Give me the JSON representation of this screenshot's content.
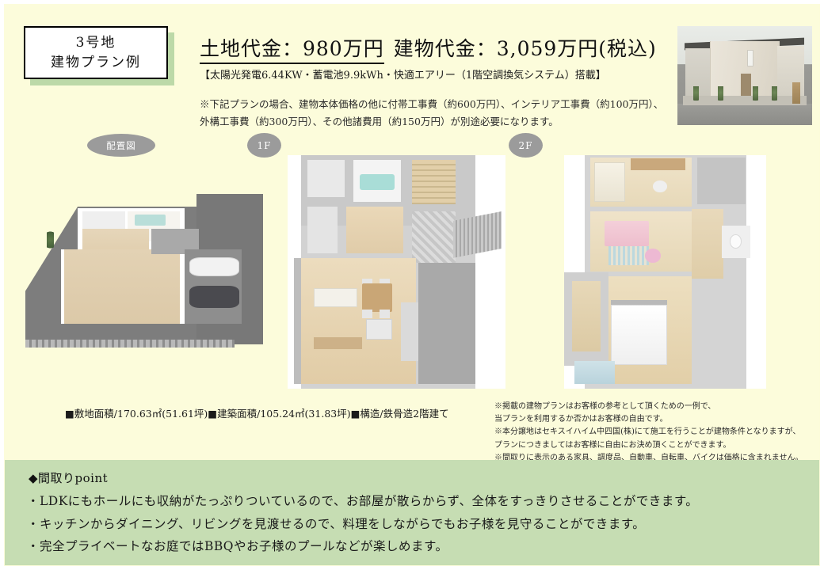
{
  "page": {
    "background_color": "#fcfcdb",
    "band_color": "#c6ddb3"
  },
  "title_box": {
    "line1": "3号地",
    "line2": "建物プラン例"
  },
  "headline": {
    "land_price": "土地代金：980万円",
    "building_price": "建物代金：3,059万円(税込)",
    "equipment": "【太陽光発電6.44KW・蓄電池9.9kWh・快適エアリー（1階空調換気システム）搭載】",
    "note": "※下記プランの場合、建物本体価格の他に付帯工事費（約600万円）、インテリア工事費（約100万円）、外構工事費（約300万円）、その他諸費用（約150万円）が別途必要になります。"
  },
  "plan_labels": {
    "site": "配置図",
    "floor1": "1F",
    "floor2": "2F"
  },
  "images": {
    "exterior_photo": "house-exterior-rendering",
    "site_plan": "site-layout-rendering",
    "floor1_plan": "first-floor-plan-rendering",
    "floor2_plan": "second-floor-plan-rendering"
  },
  "specs": {
    "line": "■敷地面積/170.63㎡(51.61坪)■建築面積/105.24㎡(31.83坪)■構造/鉄骨造2階建て"
  },
  "disclaimer": {
    "lines": [
      "※掲載の建物プランはお客様の参考として頂くための一例で、",
      "当プランを利用するか否かはお客様の自由です。",
      "※本分譲地はセキスイハイム中四国(株)にて施工を行うことが建物条件となりますが、",
      "プランにつきましてはお客様に自由にお決め頂くことができます。",
      "※間取りに表示のある家具、調度品、自動車、自転車、バイクは価格に含まれません。"
    ]
  },
  "points": {
    "heading": "◆間取りpoint",
    "items": [
      "・LDKにもホールにも収納がたっぷりついているので、お部屋が散らからず、全体をすっきりさせることができます。",
      "・キッチンからダイニング、リビングを見渡せるので、料理をしながらでもお子様を見守ることができます。",
      "・完全プライベートなお庭ではBBQやお子様のプールなどが楽しめます。"
    ]
  }
}
